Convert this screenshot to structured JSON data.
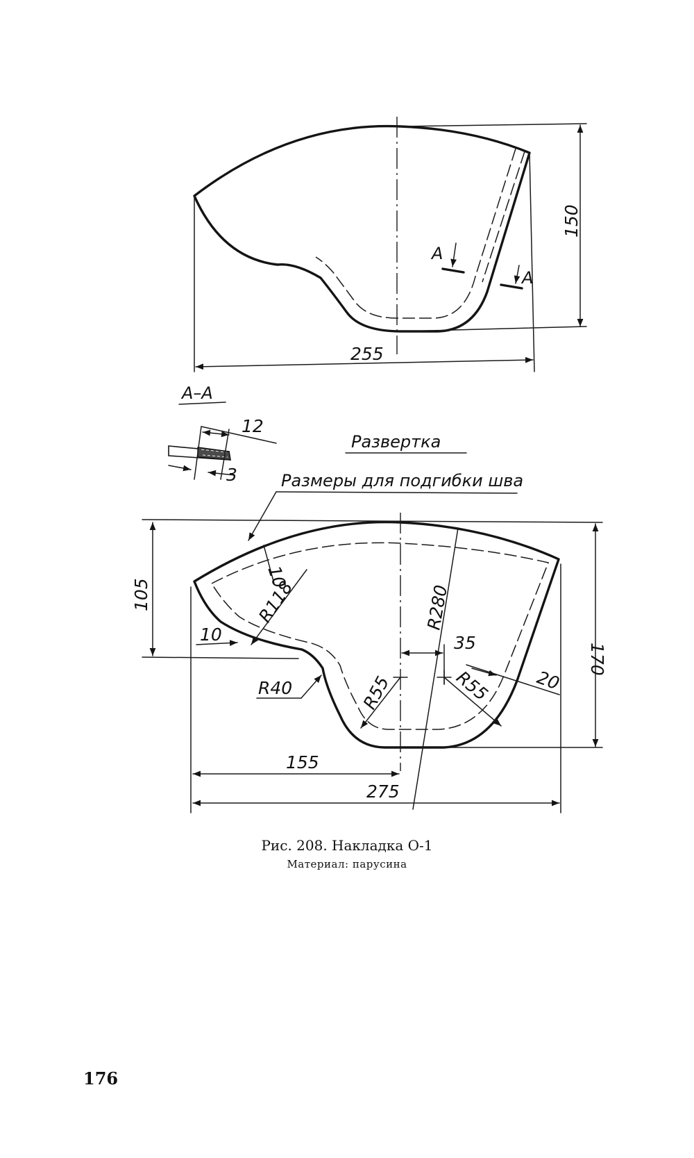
{
  "top_view": {
    "dims": {
      "width": "255",
      "height": "150"
    },
    "section_mark": "А"
  },
  "section": {
    "title": "А–А",
    "dims": {
      "hem": "12",
      "thickness": "3"
    }
  },
  "flat_pattern": {
    "title": "Развертка",
    "seam_note": "Размеры для подгибки шва",
    "dims": {
      "height_left": "105",
      "height_right": "170",
      "width_partial": "155",
      "width_total": "275",
      "offset": "35",
      "seam_top": "10",
      "seam_left": "10",
      "seam_right": "20",
      "radius_outer": "R280",
      "radius_inner": "R118",
      "radius_notch": "R40",
      "radius_left_corner": "R55",
      "radius_right_corner": "R55"
    }
  },
  "caption": {
    "title": "Рис. 208. Накладка О-1",
    "material": "Материал: парусина"
  },
  "page_number": "176"
}
